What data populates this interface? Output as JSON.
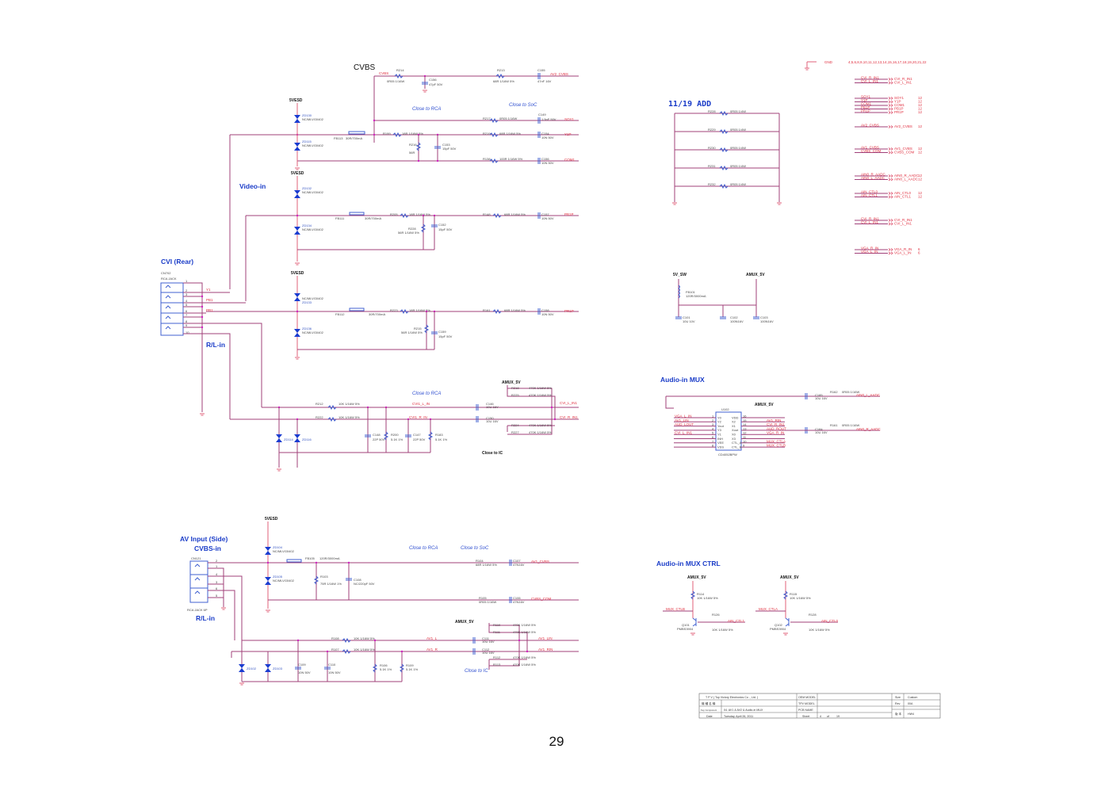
{
  "page_number": "29",
  "sections": {
    "cvbs": "CVBS",
    "video_in": "Video-in",
    "cvi_rear": "CVI (Rear)",
    "rl_in_rear": "R/L-in",
    "av_input_side": "AV  Input (Side)",
    "cvbs_in": "CVBS-in",
    "rl_in_side": "R/L-in",
    "add_note": "11/19   ADD",
    "audio_mux": "Audio-in MUX",
    "audio_mux_ctrl": "Audio-in MUX CTRL"
  },
  "notes": {
    "close_rca_1": "Close to RCA",
    "close_soc_1": "Close to SoC",
    "close_rca_2": "Close to RCA",
    "close_ic_1": "Close to IC",
    "close_rca_3": "Close to RCA",
    "close_soc_3": "Close to SoC",
    "close_ic_3": "Close to IC"
  },
  "power": {
    "esd": "5VESD",
    "amux": "AMUX_5V",
    "sw": "5V_SW",
    "gnd": "GND"
  },
  "cvbs_block": {
    "net_in": "CVBS",
    "r214": {
      "ref": "R214",
      "val": "0R05 1/16W"
    },
    "c156": {
      "ref": "C156",
      "val": "47pF 50V"
    },
    "r213": {
      "ref": "R213",
      "val": "68R 1/16W 5%"
    },
    "c155": {
      "ref": "C155",
      "val": "47nF 16V"
    },
    "net_out": "AV2_CVBS"
  },
  "video_block": {
    "zd130": {
      "ref": "ZD130",
      "val": "NC/MLVG0402"
    },
    "zd115": {
      "ref": "ZD115",
      "val": "NC/MLVG0402"
    },
    "fb113": {
      "ref": "FB113",
      "val": "30R/700mA"
    },
    "r217": {
      "ref": "R217",
      "val": "0R05 1/16W"
    },
    "c149": {
      "ref": "C149",
      "val": "1.5nF 50V"
    },
    "soy1": "SOY1",
    "r199": {
      "ref": "R199",
      "val": "18R 1/16W 5%"
    },
    "r216": {
      "ref": "R216",
      "val": "56R"
    },
    "c153": {
      "ref": "C153",
      "val": "15pF 50V"
    },
    "r219": {
      "ref": "R219",
      "val": "68R 1/16W 5%"
    },
    "c154": {
      "ref": "C154",
      "val": "10N 50V"
    },
    "y1p": "Y1P",
    "r138": {
      "ref": "R138",
      "val": "100R 1/16W 5%"
    },
    "c156b": {
      "ref": "C156",
      "val": "10N 50V"
    },
    "com1": "COM1",
    "zd132": {
      "ref": "ZD132",
      "val": "NC/MLVG0402"
    },
    "zd134": {
      "ref": "ZD134",
      "val": "NC/MLVG0402"
    },
    "fb111": {
      "ref": "FB111",
      "val": "30R/700mA"
    },
    "r205": {
      "ref": "R205",
      "val": "18R 1/16W 5%"
    },
    "r228": {
      "ref": "R228",
      "val": "56R 1/16W 5%"
    },
    "c152": {
      "ref": "C152",
      "val": "15pF 50V"
    },
    "r148": {
      "ref": "R148",
      "val": "68R 1/16W 5%"
    },
    "c157": {
      "ref": "C157",
      "val": "10N 50V"
    },
    "pb1p": "PB1P",
    "zd133": {
      "ref": "ZD133",
      "val": "NC/MLVG0402"
    },
    "zd136": {
      "ref": "ZD136",
      "val": "NC/MLVG0402"
    },
    "fb112": {
      "ref": "FB112",
      "val": "30R/700mA"
    },
    "r223": {
      "ref": "R223",
      "val": "18R 1/16W 5%"
    },
    "r215": {
      "ref": "R215",
      "val": "56R 1/16W 5%"
    },
    "c159": {
      "ref": "C159",
      "val": "15pF 50V"
    },
    "r161": {
      "ref": "R161",
      "val": "68R 1/16W 5%"
    },
    "c158": {
      "ref": "C158",
      "val": "10N 50V"
    },
    "pr1p": "PR1P"
  },
  "cn702": {
    "ref": "CN702",
    "type": "RCA JACK",
    "pins": [
      "1",
      "2",
      "3",
      "4",
      "5",
      "6",
      "7",
      "8",
      "9",
      "10"
    ],
    "nets": {
      "y1": "Y1",
      "pb1": "PB1",
      "pr1": "PR1"
    }
  },
  "audio_rear": {
    "r212": {
      "ref": "R212",
      "val": "10K 1/16W 5%"
    },
    "r222": {
      "ref": "R222",
      "val": "10K 1/16W 5%"
    },
    "cvi1_l_in": "CVI1_L_IN",
    "cvi1_r_in": "CVI1_R_IN",
    "c146": {
      "ref": "C146",
      "val": "10U 16V"
    },
    "c150": {
      "ref": "C150",
      "val": "10U 16V"
    },
    "c148": {
      "ref": "C148",
      "val": "22P 50V"
    },
    "r200": {
      "ref": "R200",
      "val": "5.1K 1%"
    },
    "c147": {
      "ref": "C147",
      "val": "22P 50V"
    },
    "r183": {
      "ref": "R183",
      "val": "5.1K 1%"
    },
    "r218": {
      "ref": "R218",
      "val": "470K 1/16W 5%"
    },
    "r225": {
      "ref": "R225",
      "val": "470K 1/16W 5%"
    },
    "r224": {
      "ref": "R224",
      "val": "470K 1/16W 5%"
    },
    "r227": {
      "ref": "R227",
      "val": "470K 1/16W 5%"
    },
    "out_l": "CVI_L_IN1",
    "out_r": "CVI_R_IN1",
    "zd114": {
      "ref": "ZD114",
      "val": "ZD/MLVG0402"
    },
    "zd116": {
      "ref": "ZD116",
      "val": "ZD/MLVG0402"
    }
  },
  "add_block": {
    "resistors": [
      {
        "ref": "R228",
        "val": "0R05 1/4W"
      },
      {
        "ref": "R229",
        "val": "0R05 1/4W"
      },
      {
        "ref": "R230",
        "val": "0R05 1/4W"
      },
      {
        "ref": "R231",
        "val": "0R05 1/4W"
      },
      {
        "ref": "R232",
        "val": "0R05 1/4W"
      }
    ]
  },
  "offpage": {
    "gnd_pages": "4,5,6,8,9,10,11,12,13,14,15,16,17,18,19,20,21,22",
    "groups": [
      {
        "items": [
          {
            "net": "CVI_R_IN1",
            "port": "CVI_R_IN1",
            "page": ""
          },
          {
            "net": "CVI_L_IN1",
            "port": "CVI_L_IN1",
            "page": ""
          }
        ]
      },
      {
        "items": [
          {
            "net": "SOY1",
            "port": "SOY1",
            "page": "12"
          },
          {
            "net": "Y1P",
            "port": "Y1P",
            "page": "12"
          },
          {
            "net": "COM1",
            "port": "COM1",
            "page": "12"
          },
          {
            "net": "PB1P",
            "port": "PB1P",
            "page": "12"
          },
          {
            "net": "PR1P",
            "port": "PR1P",
            "page": "12"
          }
        ]
      },
      {
        "items": [
          {
            "net": "AV2_CVBS",
            "port": "AV2_CVBS",
            "page": "12"
          }
        ]
      },
      {
        "items": [
          {
            "net": "AV1_CVBS",
            "port": "AV1_CVBS",
            "page": "12"
          },
          {
            "net": "CVBS_COM",
            "port": "CVBS_COM",
            "page": "12"
          }
        ]
      },
      {
        "items": [
          {
            "net": "AIN0_R_AADC",
            "port": "AIN0_R_AADC",
            "page": "12"
          },
          {
            "net": "AIN0_L_AADC",
            "port": "AIN0_L_AADC",
            "page": "12"
          }
        ]
      },
      {
        "items": [
          {
            "net": "AIN_CTL0",
            "port": "AIN_CTL0",
            "page": "12"
          },
          {
            "net": "AIN_CTL1",
            "port": "AIN_CTL1",
            "page": "12"
          }
        ]
      },
      {
        "items": [
          {
            "net": "CVI_R_IN1",
            "port": "CVI_R_IN1",
            "page": ""
          },
          {
            "net": "CVI_L_IN1",
            "port": "CVI_L_IN1",
            "page": ""
          }
        ]
      },
      {
        "items": [
          {
            "net": "VGA_R_IN",
            "port": "VGA_R_IN",
            "page": "6"
          },
          {
            "net": "VGA_L_IN",
            "port": "VGA_L_IN",
            "page": "6"
          }
        ]
      }
    ]
  },
  "power_block": {
    "fb101": {
      "ref": "FB101",
      "val": "120R/3000mA"
    },
    "c101": {
      "ref": "C101",
      "val": "10U 10V"
    },
    "c102": {
      "ref": "C102",
      "val": "100N16V"
    },
    "c103": {
      "ref": "C103",
      "val": "100N16V"
    }
  },
  "mux": {
    "ref": "U102",
    "part": "CD4052BPW",
    "left_pins": [
      {
        "num": "1",
        "name": "Y0",
        "net": "VGA_L_IN"
      },
      {
        "num": "2",
        "name": "Y2",
        "net": "AV1_LIN"
      },
      {
        "num": "3",
        "name": "Yout",
        "net": "AUD_LOUT"
      },
      {
        "num": "4",
        "name": "Y3",
        "net": ""
      },
      {
        "num": "5",
        "name": "Y1",
        "net": "CVI_L_IN1"
      },
      {
        "num": "6",
        "name": "INH",
        "net": ""
      },
      {
        "num": "7",
        "name": "VEE",
        "net": ""
      },
      {
        "num": "8",
        "name": "VSS",
        "net": ""
      }
    ],
    "right_pins": [
      {
        "num": "16",
        "name": "VDD",
        "net": ""
      },
      {
        "num": "15",
        "name": "X2",
        "net": "AV1_RIN"
      },
      {
        "num": "14",
        "name": "X1",
        "net": "CVI_R_IN1"
      },
      {
        "num": "13",
        "name": "Xout",
        "net": "AUD_ROUT"
      },
      {
        "num": "12",
        "name": "X0",
        "net": "VGA_R_IN"
      },
      {
        "num": "11",
        "name": "X3",
        "net": ""
      },
      {
        "num": "10",
        "name": "CTL_A",
        "net": "MUX_CTLA"
      },
      {
        "num": "9",
        "name": "CTL_B",
        "net": "MUX_CTLB"
      }
    ],
    "c185": {
      "ref": "C185",
      "val": "10U 16V"
    },
    "r162": {
      "ref": "R162",
      "val": "0R05 1/16W"
    },
    "out_l": "AIN0_L_AADC",
    "c184": {
      "ref": "C184",
      "val": "10U 16V"
    },
    "r161": {
      "ref": "R161",
      "val": "0R05 1/16W"
    },
    "out_r": "AIN0_R_AADC"
  },
  "side": {
    "cn121": {
      "ref": "CN121",
      "type": "RCA JACK 6P",
      "pins": [
        "2",
        "1",
        "4",
        "3",
        "6",
        "5"
      ]
    },
    "zd104": {
      "ref": "ZD104",
      "val": "NC/MLVG0402"
    },
    "zd105": {
      "ref": "ZD105",
      "val": "NC/MLVG0402"
    },
    "fb105": {
      "ref": "FB105",
      "val": "120R/3000mA"
    },
    "r103": {
      "ref": "R103",
      "val": "75R 1/16W 1%"
    },
    "c108": {
      "ref": "C108",
      "val": "NC/220pF 50V"
    },
    "r104": {
      "ref": "R104",
      "val": "68R 1/16W 5%"
    },
    "c107": {
      "ref": "C107",
      "val": "47N16V"
    },
    "av1_cvbs": "AV1_CVBS",
    "r105": {
      "ref": "R105",
      "val": "0R05 1/16W"
    },
    "c106": {
      "ref": "C106",
      "val": "47N16V"
    },
    "cvbs_com": "CVBS_COM",
    "r108": {
      "ref": "R108",
      "val": "10K 1/16W 5%"
    },
    "r107": {
      "ref": "R107",
      "val": "10K 1/16W 5%"
    },
    "av1_l": "AV1_L",
    "av1_r": "AV1_R",
    "c111": {
      "ref": "C111",
      "val": "10U 16V"
    },
    "c112": {
      "ref": "C112",
      "val": "10U 16V"
    },
    "r110": {
      "ref": "R110",
      "val": "470K 1/16W 5%"
    },
    "r111": {
      "ref": "R111",
      "val": "470K 1/16W 5%"
    },
    "r112": {
      "ref": "R112",
      "val": "470K 1/16W 5%"
    },
    "r113": {
      "ref": "R113",
      "val": "470K 1/16W 5%"
    },
    "av1_lin": "AV1_LIN",
    "av1_rin": "AV1_RIN",
    "zd102": {
      "ref": "ZD102",
      "val": "ZD/MLVG0402"
    },
    "zd103": {
      "ref": "ZD103",
      "val": "ZD/MLVG0402"
    },
    "c109": {
      "ref": "C109",
      "val": "10N 50V"
    },
    "c110": {
      "ref": "C110",
      "val": "10N 50V"
    },
    "r106": {
      "ref": "R106",
      "val": "5.1K 1%"
    },
    "r109": {
      "ref": "R109",
      "val": "5.1K 1%"
    }
  },
  "ctrl": {
    "r114": {
      "ref": "R114",
      "val": "10K 1/16W 5%"
    },
    "mux_ctlb": "MUX_CTLB",
    "r126": {
      "ref": "R126",
      "val": "10K 1/16W 5%"
    },
    "ain_ctl1": "AIN_CTL1",
    "q101": {
      "ref": "Q101",
      "val": "PMBS3904"
    },
    "r115": {
      "ref": "R115",
      "val": "10K 1/16W 5%"
    },
    "mux_ctla": "MUX_CTLA",
    "r128": {
      "ref": "R128",
      "val": "10K 1/16W 5%"
    },
    "ain_ctl0": "AIN_CTL0",
    "q102": {
      "ref": "Q102",
      "val": "PMBS3904"
    }
  },
  "title_block": {
    "company": "T P V  ( Top  Victory  Electronics  Co ., Ltd. )",
    "r2c1": "機 種 名 稱",
    "key_component": "Key Component",
    "description": "04. AV1 & AV2 & Audio-in MUX",
    "date_label": "Date",
    "date": "Tuesday, April 26, 2011",
    "oem_model": "OEM MODEL",
    "tpv_model": "TPV MODEL",
    "pcb_name": "PCB NAME",
    "sheet_label": "Sheet",
    "sheet": "4",
    "of": "of",
    "total": "19",
    "size_label": "Size",
    "size": "Custom",
    "rev_label": "Rev",
    "rev": "00A",
    "hw_label": "版 本",
    "hw": "HW4"
  }
}
